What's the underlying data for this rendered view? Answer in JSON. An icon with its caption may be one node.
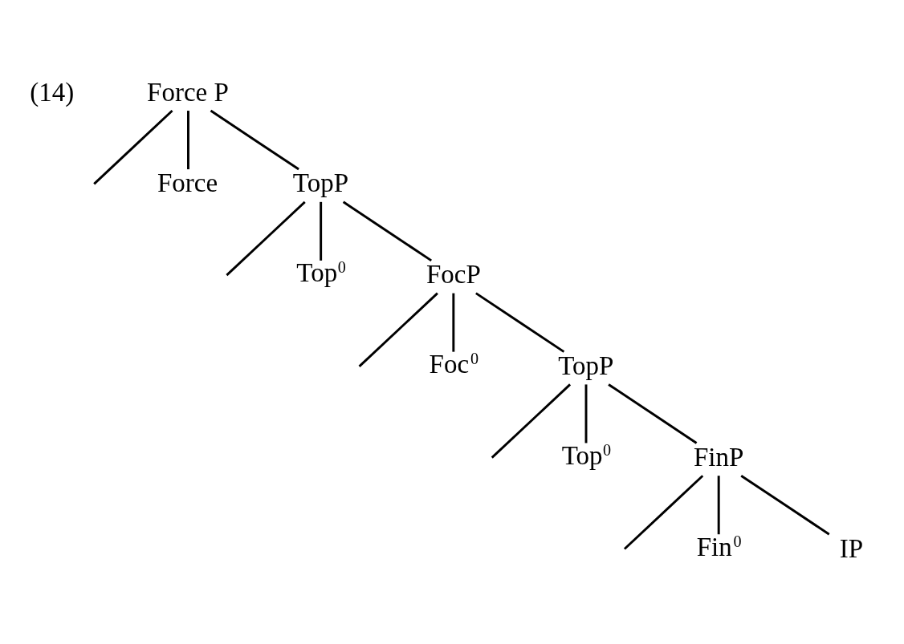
{
  "diagram": {
    "nodes": [
      {
        "text": [
          "Force P"
        ]
      },
      {
        "text": [
          "Force"
        ]
      },
      {
        "text": [
          "TopP"
        ]
      },
      {
        "text": [
          "Top$^{0}$"
        ]
      },
      {
        "text": [
          "FocP"
        ]
      },
      {
        "text": [
          "Foc$^{0}$"
        ]
      },
      {
        "text": [
          "TopP"
        ]
      },
      {
        "text": [
          "Top$^{0}$"
        ]
      },
      {
        "text": [
          "FinP"
        ]
      },
      {
        "text": [
          "Fin$^{0}$"
        ]
      },
      {
        "text": [
          "IP"
        ]
      }
    ],
    "edges": [
      {
        "from": 0,
        "to": null,
        "arrow": "none"
      },
      {
        "from": 0,
        "to": 1,
        "arrow": "none"
      },
      {
        "from": 0,
        "to": 2,
        "arrow": "none"
      },
      {
        "from": 2,
        "to": null,
        "arrow": "none"
      },
      {
        "from": 2,
        "to": 3,
        "arrow": "none"
      },
      {
        "from": 2,
        "to": 4,
        "arrow": "none"
      },
      {
        "from": 4,
        "to": null,
        "arrow": "none"
      },
      {
        "from": 4,
        "to": 5,
        "arrow": "none"
      },
      {
        "from": 4,
        "to": 6,
        "arrow": "none"
      },
      {
        "from": 6,
        "to": null,
        "arrow": "none"
      },
      {
        "from": 6,
        "to": 7,
        "arrow": "none"
      },
      {
        "from": 6,
        "to": 8,
        "arrow": "none"
      },
      {
        "from": 8,
        "to": null,
        "arrow": "none"
      },
      {
        "from": 8,
        "to": 9,
        "arrow": "none"
      },
      {
        "from": 8,
        "to": 10,
        "arrow": "none"
      }
    ],
    "labels": [
      "(14)"
    ]
  }
}
